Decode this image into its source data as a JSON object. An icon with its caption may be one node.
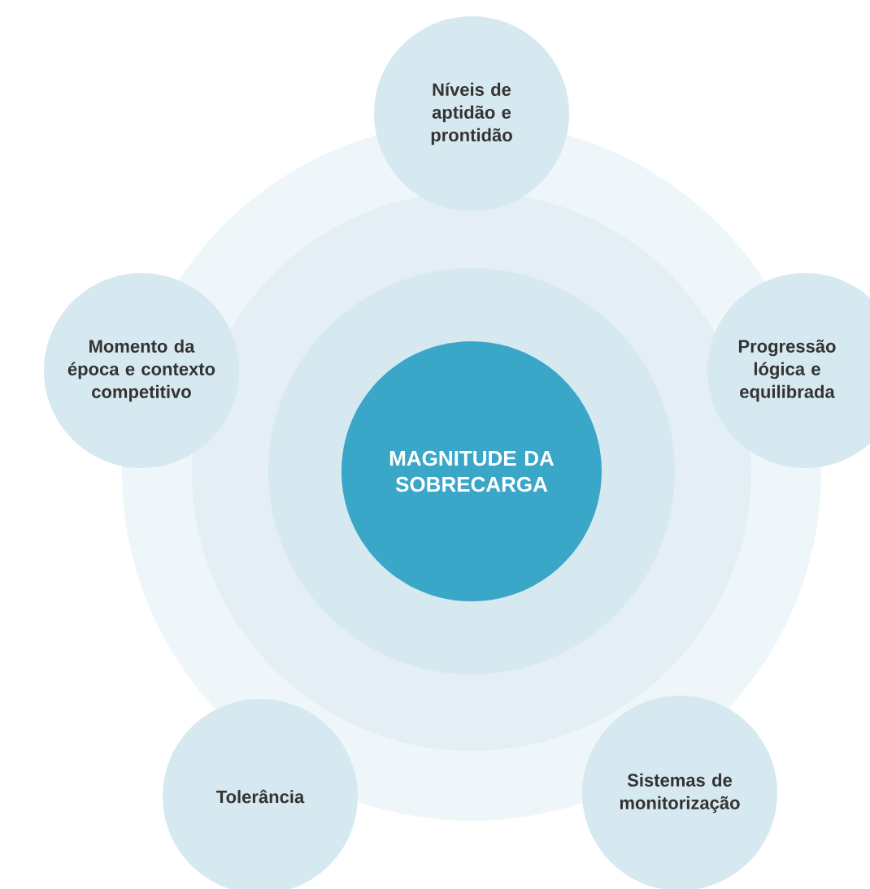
{
  "diagram": {
    "nodes": [
      {
        "text": [
          "MAGNITUDE DA SOBRECARGA"
        ]
      },
      {
        "text": [
          "Níveis de aptidão e prontidão"
        ]
      },
      {
        "text": [
          "Progressão lógica e equilibrada"
        ]
      },
      {
        "text": [
          "Sistemas de monitorização"
        ]
      },
      {
        "text": [
          "Tolerância"
        ]
      },
      {
        "text": [
          "Momento da época e contexto competitivo"
        ]
      }
    ]
  }
}
